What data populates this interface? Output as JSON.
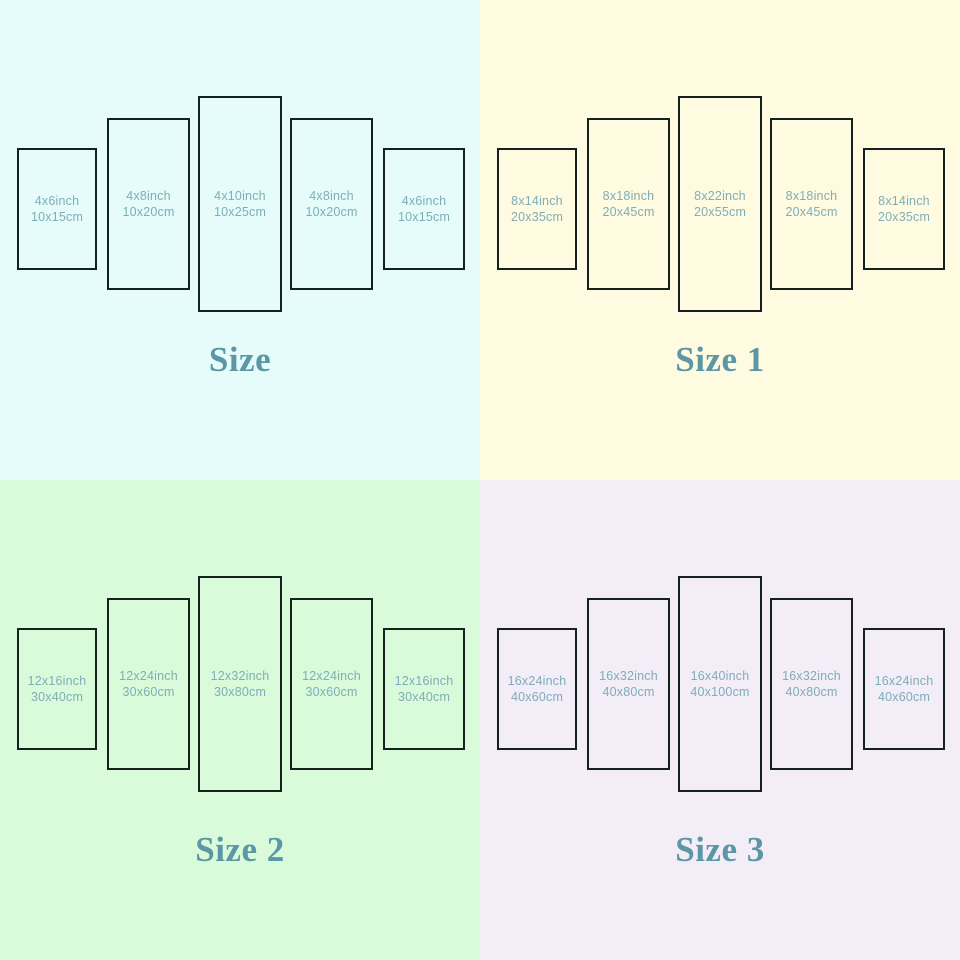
{
  "chart_data": {
    "type": "table",
    "title": "Five-panel canvas print size options",
    "xlabel": "",
    "ylabel": "",
    "panel_layout": [
      "p1",
      "p2",
      "p3",
      "p4",
      "p5"
    ],
    "groups": [
      {
        "name": "Size",
        "background": "#e5fcfb",
        "panels": [
          {
            "inch": "4x6inch",
            "cm": "10x15cm"
          },
          {
            "inch": "4x8inch",
            "cm": "10x20cm"
          },
          {
            "inch": "4x10inch",
            "cm": "10x25cm"
          },
          {
            "inch": "4x8inch",
            "cm": "10x20cm"
          },
          {
            "inch": "4x6inch",
            "cm": "10x15cm"
          }
        ]
      },
      {
        "name": "Size 1",
        "background": "#fffbe0",
        "panels": [
          {
            "inch": "8x14inch",
            "cm": "20x35cm"
          },
          {
            "inch": "8x18inch",
            "cm": "20x45cm"
          },
          {
            "inch": "8x22inch",
            "cm": "20x55cm"
          },
          {
            "inch": "8x18inch",
            "cm": "20x45cm"
          },
          {
            "inch": "8x14inch",
            "cm": "20x35cm"
          }
        ]
      },
      {
        "name": "Size 2",
        "background": "#dafbda",
        "panels": [
          {
            "inch": "12x16inch",
            "cm": "30x40cm"
          },
          {
            "inch": "12x24inch",
            "cm": "30x60cm"
          },
          {
            "inch": "12x32inch",
            "cm": "30x80cm"
          },
          {
            "inch": "12x24inch",
            "cm": "30x60cm"
          },
          {
            "inch": "12x16inch",
            "cm": "30x40cm"
          }
        ]
      },
      {
        "name": "Size 3",
        "background": "#f2edf7",
        "panels": [
          {
            "inch": "16x24inch",
            "cm": "40x60cm"
          },
          {
            "inch": "16x32inch",
            "cm": "40x80cm"
          },
          {
            "inch": "16x40inch",
            "cm": "40x100cm"
          },
          {
            "inch": "16x32inch",
            "cm": "40x80cm"
          },
          {
            "inch": "16x24inch",
            "cm": "40x60cm"
          }
        ]
      }
    ]
  },
  "colors": {
    "panel_outline": "#14211f",
    "panel_text": "#7eadb9",
    "title_text": "#5b97a5",
    "bg_top_left": "#e5fcfb",
    "bg_top_right": "#fffbe0",
    "bg_bottom_left": "#dafbda",
    "bg_bottom_right": "#f2edf7"
  },
  "quadrants": {
    "top_left": {
      "title": "Size"
    },
    "top_right": {
      "title": "Size 1"
    },
    "bottom_left": {
      "title": "Size 2"
    },
    "bottom_right": {
      "title": "Size 3"
    }
  }
}
